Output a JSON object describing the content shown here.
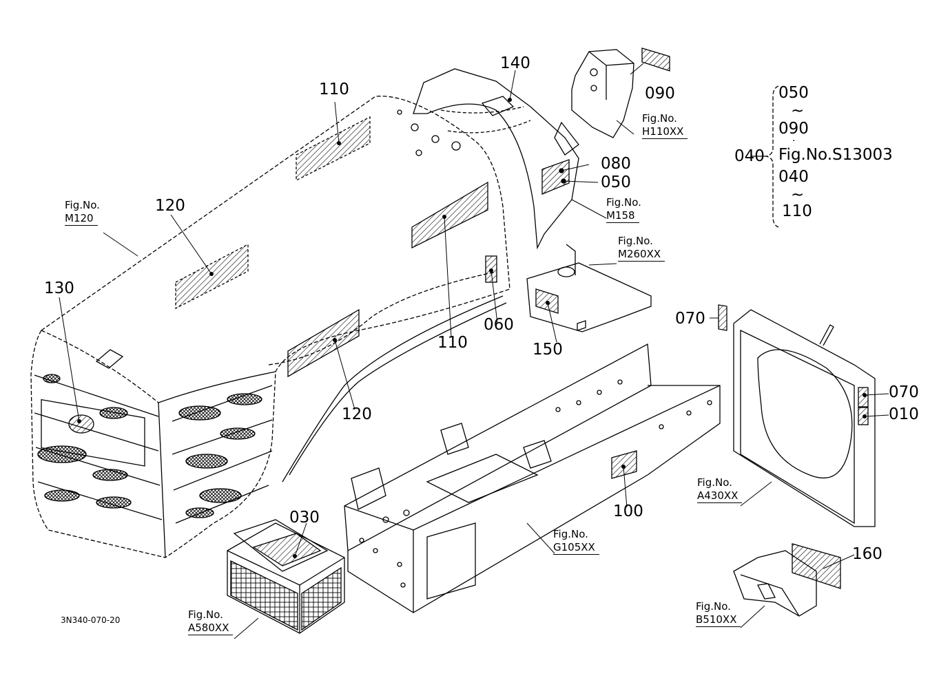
{
  "diagram_code": "3N340-070-20",
  "callouts": [
    {
      "id": "110a",
      "text": "110"
    },
    {
      "id": "120a",
      "text": "120"
    },
    {
      "id": "130",
      "text": "130"
    },
    {
      "id": "140",
      "text": "140"
    },
    {
      "id": "090",
      "text": "090"
    },
    {
      "id": "080",
      "text": "080"
    },
    {
      "id": "050",
      "text": "050"
    },
    {
      "id": "110b",
      "text": "110"
    },
    {
      "id": "060",
      "text": "060"
    },
    {
      "id": "120b",
      "text": "120"
    },
    {
      "id": "150",
      "text": "150"
    },
    {
      "id": "070a",
      "text": "070"
    },
    {
      "id": "070b",
      "text": "070"
    },
    {
      "id": "010",
      "text": "010"
    },
    {
      "id": "100",
      "text": "100"
    },
    {
      "id": "030",
      "text": "030"
    },
    {
      "id": "160",
      "text": "160"
    }
  ],
  "fig_refs": [
    {
      "id": "M120",
      "label": "Fig.No.",
      "code": "M120"
    },
    {
      "id": "H110XX",
      "label": "Fig.No.",
      "code": "H110XX"
    },
    {
      "id": "M158",
      "label": "Fig.No.",
      "code": "M158"
    },
    {
      "id": "M260XX",
      "label": "Fig.No.",
      "code": "M260XX"
    },
    {
      "id": "A430XX",
      "label": "Fig.No.",
      "code": "A430XX"
    },
    {
      "id": "G105XX",
      "label": "Fig.No.",
      "code": "G105XX"
    },
    {
      "id": "A580XX",
      "label": "Fig.No.",
      "code": "A580XX"
    },
    {
      "id": "B510XX",
      "label": "Fig.No.",
      "code": "B510XX"
    }
  ],
  "group_ref": {
    "lines": [
      "050",
      "~",
      "090",
      "·",
      "Fig.No.S13003",
      "040",
      "~",
      "110"
    ],
    "left_label": "040"
  }
}
